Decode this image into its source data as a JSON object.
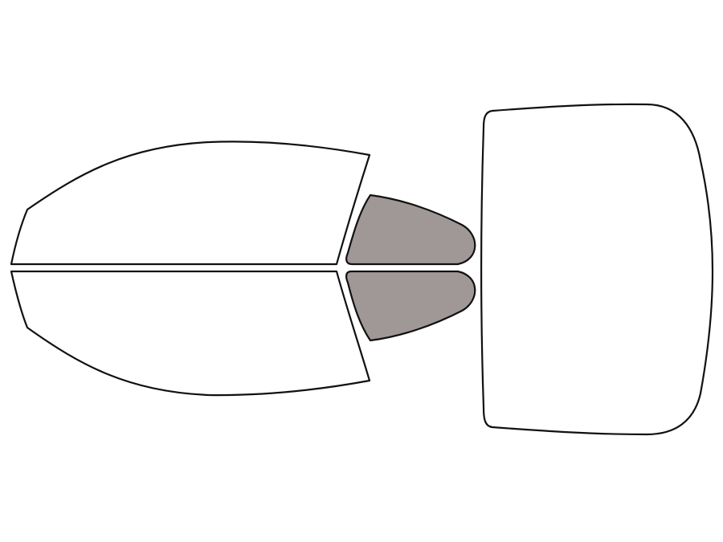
{
  "colors": {
    "background": "#ffffff",
    "outline": "#111111",
    "clear_fill": "#ffffff",
    "tinted_fill": "#a09896"
  },
  "panels": [
    {
      "name": "front-left-side-window-panel",
      "tint": "clear"
    },
    {
      "name": "front-right-side-window-panel",
      "tint": "clear"
    },
    {
      "name": "rear-left-quarter-window-panel",
      "tint": "tinted"
    },
    {
      "name": "rear-right-quarter-window-panel",
      "tint": "tinted"
    },
    {
      "name": "rear-windshield-panel",
      "tint": "clear"
    }
  ]
}
